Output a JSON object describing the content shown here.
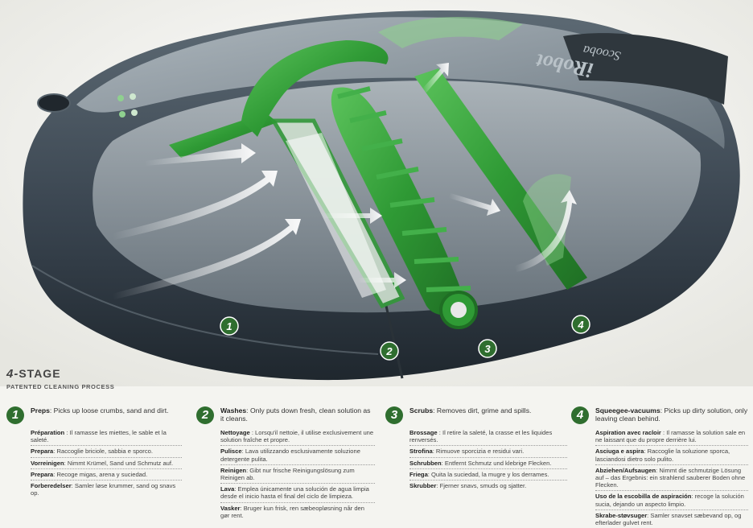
{
  "heading": {
    "number": "4-",
    "title": "STAGE",
    "subtitle": "PATENTED CLEANING PROCESS"
  },
  "brand": {
    "logo": "iRobot",
    "product": "Scooba"
  },
  "callouts": [
    "1",
    "2",
    "3",
    "4"
  ],
  "colors": {
    "accent_green": "#2f8a2f",
    "dark_green": "#2f6e2f",
    "shell_dark": "#3a4550"
  },
  "stages": [
    {
      "number": "1",
      "name": "Preps",
      "desc": ": Picks up loose crumbs, sand and dirt.",
      "langs": [
        {
          "label": "Préparation",
          "text": " : Il ramasse les miettes, le sable et la saleté."
        },
        {
          "label": "Prepara",
          "text": ": Raccoglie briciole, sabbia e sporco."
        },
        {
          "label": "Vorreinigen",
          "text": ": Nimmt Krümel, Sand und Schmutz auf."
        },
        {
          "label": "Prepara",
          "text": ": Recoge migas, arena y suciedad."
        },
        {
          "label": "Forberedelser",
          "text": ": Samler løse krummer, sand og snavs op."
        }
      ]
    },
    {
      "number": "2",
      "name": "Washes",
      "desc": ": Only puts down fresh, clean solution as it cleans.",
      "langs": [
        {
          "label": "Nettoyage",
          "text": " : Lorsqu'il nettoie, il utilise exclusivement une solution fraîche et propre."
        },
        {
          "label": "Pulisce",
          "text": ": Lava utilizzando esclusivamente soluzione detergente pulita."
        },
        {
          "label": "Reinigen",
          "text": ": Gibt nur frische Reinigungslösung zum Reinigen ab."
        },
        {
          "label": "Lava",
          "text": ": Emplea únicamente una solución de agua limpia desde el inicio hasta el final del ciclo de limpieza."
        },
        {
          "label": "Vasker",
          "text": ": Bruger kun frisk, ren sæbeopløsning når den gør rent."
        }
      ]
    },
    {
      "number": "3",
      "name": "Scrubs",
      "desc": ": Removes dirt, grime and spills.",
      "langs": [
        {
          "label": "Brossage",
          "text": " : Il retire la saleté, la crasse et les liquides renversés."
        },
        {
          "label": "Strofina",
          "text": ": Rimuove sporcizia e residui vari."
        },
        {
          "label": "Schrubben",
          "text": ": Entfernt Schmutz und klebrige Flecken."
        },
        {
          "label": "Friega",
          "text": ": Quita la suciedad, la mugre y los derrames."
        },
        {
          "label": "Skrubber",
          "text": ": Fjerner snavs, smuds og sjatter."
        }
      ]
    },
    {
      "number": "4",
      "name": "Squeegee-vacuums",
      "desc": ": Picks up dirty solution, only leaving clean behind.",
      "langs": [
        {
          "label": "Aspiration avec racloir",
          "text": " : Il ramasse la solution sale en ne laissant que du propre derrière lui."
        },
        {
          "label": "Asciuga e aspira",
          "text": ": Raccoglie la soluzione sporca, lasciandosi dietro solo pulito."
        },
        {
          "label": "Abziehen/Aufsaugen",
          "text": ": Nimmt die schmutzige Lösung auf – das Ergebnis: ein strahlend sauberer Boden ohne Flecken."
        },
        {
          "label": "Uso de la escobilla de aspiración",
          "text": ": recoge la solución sucia, dejando un aspecto limpio."
        },
        {
          "label": "Skrabe-støvsuger",
          "text": ": Samler snavset sæbevand op, og efterlader gulvet rent."
        }
      ]
    }
  ]
}
